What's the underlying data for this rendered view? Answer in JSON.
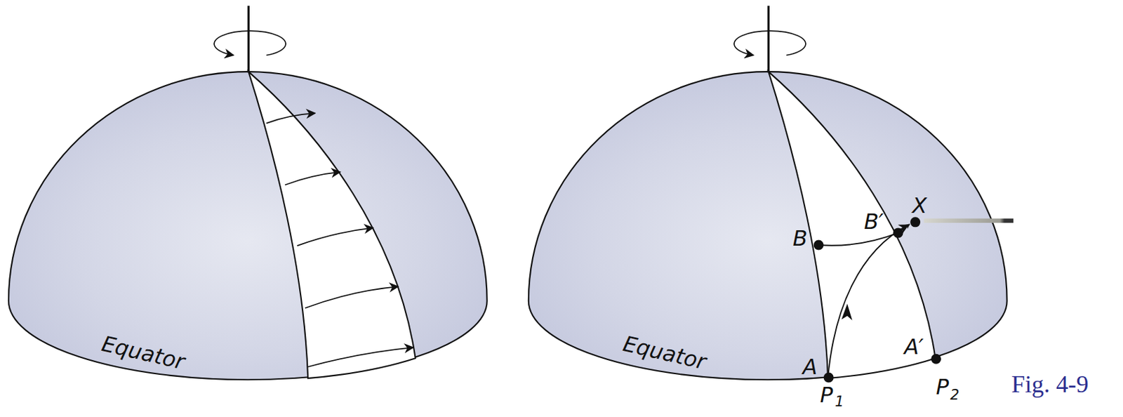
{
  "diagram": {
    "labels": [
      "Equator",
      "Equator",
      "B",
      "B′",
      "X",
      "A",
      "A′",
      "P",
      "1",
      "P",
      "2",
      "Fig. 4-9"
    ]
  }
}
